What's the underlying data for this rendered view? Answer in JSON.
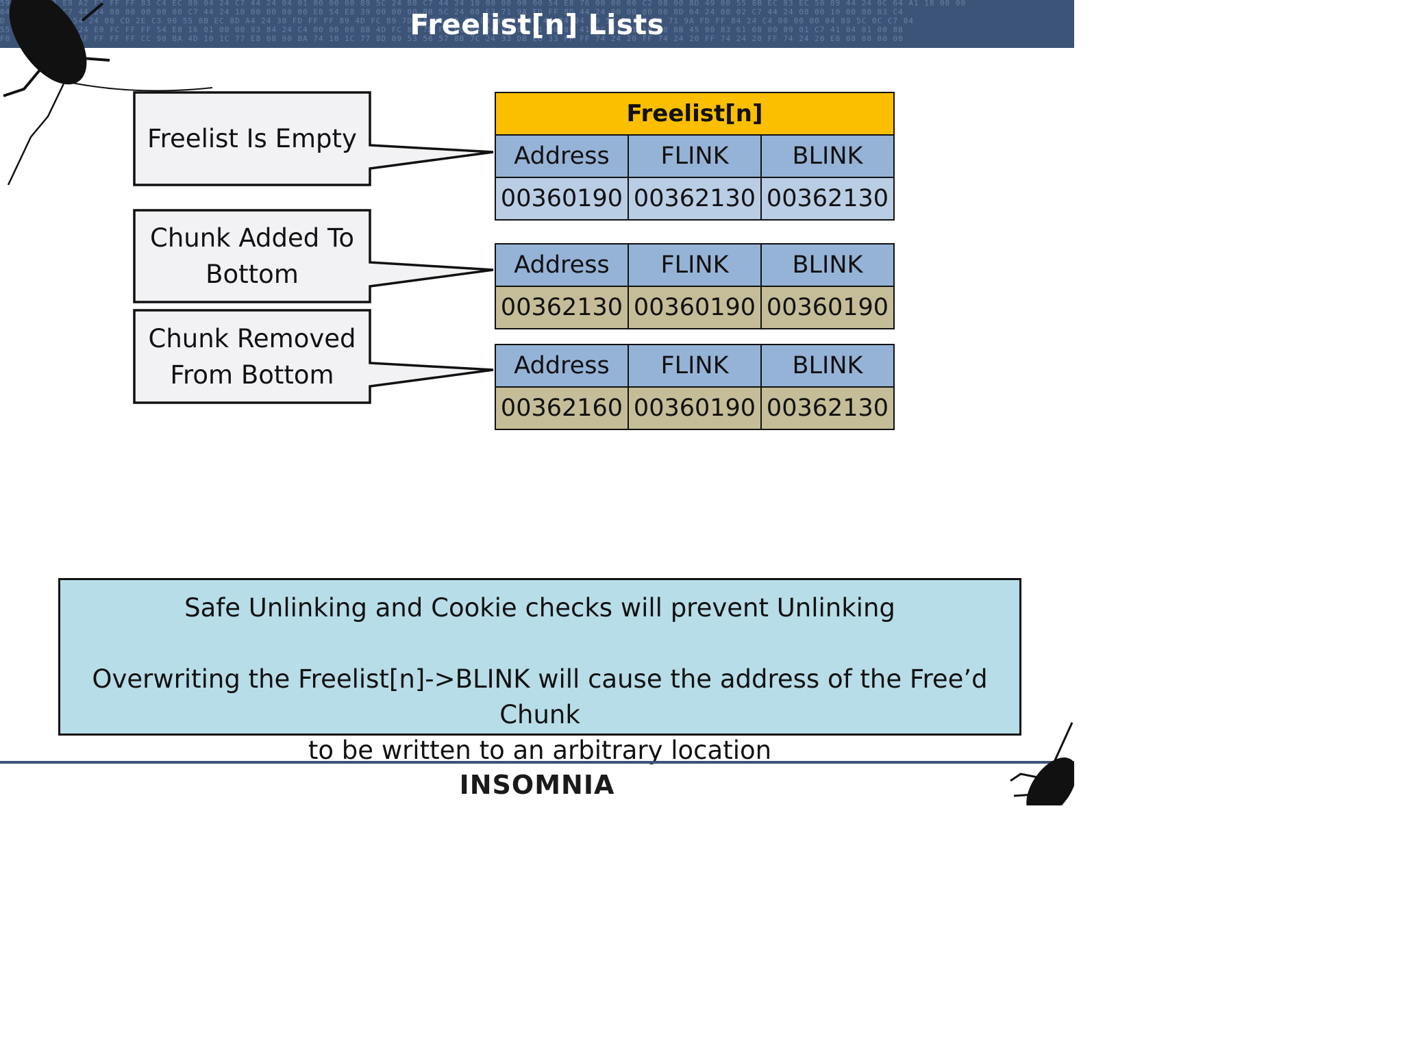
{
  "slide": {
    "title": "Freelist[n] Lists",
    "logo_text": "INSOMNIA"
  },
  "callouts": [
    {
      "label": "Freelist Is Empty"
    },
    {
      "label": "Chunk Added To Bottom"
    },
    {
      "label": "Chunk Removed From Bottom"
    }
  ],
  "tables": [
    {
      "title": "Freelist[n]",
      "headers": [
        "Address",
        "FLINK",
        "BLINK"
      ],
      "row": [
        "00360190",
        "00362130",
        "00362130"
      ]
    },
    {
      "headers": [
        "Address",
        "FLINK",
        "BLINK"
      ],
      "row": [
        "00362130",
        "00360190",
        "00360190"
      ]
    },
    {
      "headers": [
        "Address",
        "FLINK",
        "BLINK"
      ],
      "row": [
        "00362160",
        "00360190",
        "00362130"
      ]
    }
  ],
  "note": {
    "line1": "Safe Unlinking and Cookie checks will prevent Unlinking",
    "line2": "Overwriting the Freelist[n]->BLINK will cause the address of the Free’d Chunk",
    "line3": "to be written to an arbitrary location"
  },
  "colors": {
    "banner": "#3c5478",
    "title_row": "#fcbf00",
    "column_header": "#95b3d7",
    "row_initial": "#b9cde5",
    "row_modified": "#c4bd97",
    "note_background": "#b7dde8",
    "callout_fill": "#f2f2f5"
  }
}
